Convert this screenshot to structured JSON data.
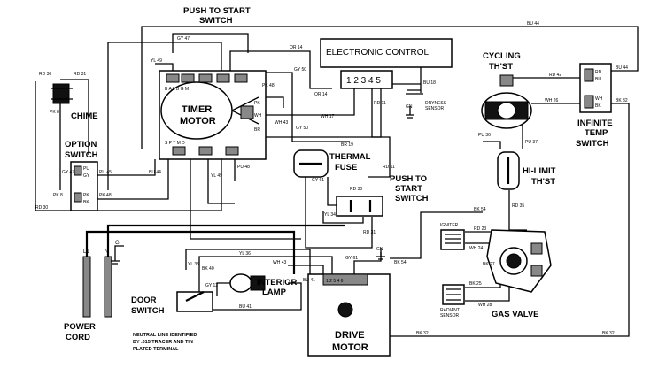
{
  "components": {
    "push_to_start_top": [
      "PUSH TO START",
      "SWITCH"
    ],
    "electronic_control": "ELECTRONIC CONTROL",
    "ec_terminals": "1 2 3 4 5",
    "dryness_sensor": [
      "DRYNESS",
      "SENSOR"
    ],
    "cycling_thst": [
      "CYCLING",
      "TH'ST"
    ],
    "infinite_temp": [
      "INFINITE",
      "TEMP",
      "SWITCH"
    ],
    "chime": "CHIME",
    "timer_motor": [
      "TIMER",
      "MOTOR"
    ],
    "option_switch": [
      "OPTION",
      "SWITCH"
    ],
    "thermal_fuse": [
      "THERMAL",
      "FUSE"
    ],
    "push_to_start_right": [
      "PUSH TO",
      "START",
      "SWITCH"
    ],
    "hi_limit": [
      "HI-LIMIT",
      "TH'ST"
    ],
    "igniter": "IGNITER",
    "radiant_sensor": [
      "RADIANT",
      "SENSOR"
    ],
    "gas_valve": "GAS VALVE",
    "power_cord": [
      "POWER",
      "CORD"
    ],
    "door_switch": [
      "DOOR",
      "SWITCH"
    ],
    "interior_lamp": [
      "INTERIOR",
      "LAMP"
    ],
    "drive_motor": [
      "DRIVE",
      "MOTOR"
    ],
    "neutral_note": [
      "NEUTRAL LINE IDENTIFIED",
      "BY .015 TRACER AND TIN",
      "PLATED TERMINAL"
    ],
    "gn": "GN",
    "g": "G",
    "l1": "L1",
    "n": "N"
  },
  "wire_labels": {
    "bu44_top": "BU 44",
    "gy47_top": "GY 47",
    "or14_top": "OR 14",
    "yl49_top": "YL 49",
    "gy50": "GY 50",
    "or14_mid": "OR 14",
    "rd30_l": "RD 30",
    "rd31_l": "RD 31",
    "pk8_chime": "PK 8",
    "pk48": "PK 48",
    "wh17": "WH 17",
    "rd11": "RD 11",
    "bu18": "BU 18",
    "wh43": "WH 43",
    "gy50_b": "GY 50",
    "br19": "BR 19",
    "rd42": "RD 42",
    "wh26": "WH 26",
    "bk32_r": "BK 32",
    "bu44_r": "BU 44",
    "pu36": "PU 36",
    "pu37": "PU 37",
    "rd35": "RD 35",
    "gy47_opt": "GY 47",
    "pu45": "PU 45",
    "pk8_opt": "PK 8",
    "pk48_opt": "PK 48",
    "rd30_opt": "RD 30",
    "bu44_timer": "BU 44",
    "yl49_timer": "YL 49",
    "pu48": "PU 48",
    "gy61": "GY 61",
    "rd30_ps": "RD 30",
    "yl34": "YL 34",
    "rd31_ps": "RD 31",
    "bk54_valve": "BK 54",
    "rd23": "RD 23",
    "wh24": "WH 24",
    "bk27": "BK 27",
    "bk25": "BK 25",
    "wh28": "WH 28",
    "bk54_motor": "BK 54",
    "yl35": "YL 35",
    "bk40": "BK 40",
    "yl36": "YL 36",
    "wh43_b": "WH 43",
    "gy12": "GY 12",
    "bu41": "BU 41",
    "bu41_b": "BU 41",
    "gy61_b": "GY 61",
    "gn_motor": "GN",
    "bk32_bot_l": "BK 32",
    "bk32_bot_r": "BK 32",
    "fuse_rd11": "RD 11",
    "ct_pk": "PK",
    "ct_wh": "WH",
    "ct_br": "BR",
    "timer_terms_top": "B  A   L  B  G   M",
    "timer_terms_bot": "S  P   T  M   D",
    "opt_terms_a": "PU",
    "opt_terms_b": "GY",
    "opt_terms_c": "PK",
    "opt_terms_d": "BK",
    "inf_rd": "RD",
    "inf_bu": "BU",
    "inf_wh": "WH",
    "inf_bk": "BK",
    "motor_terms": "1 2 5 4 6"
  }
}
